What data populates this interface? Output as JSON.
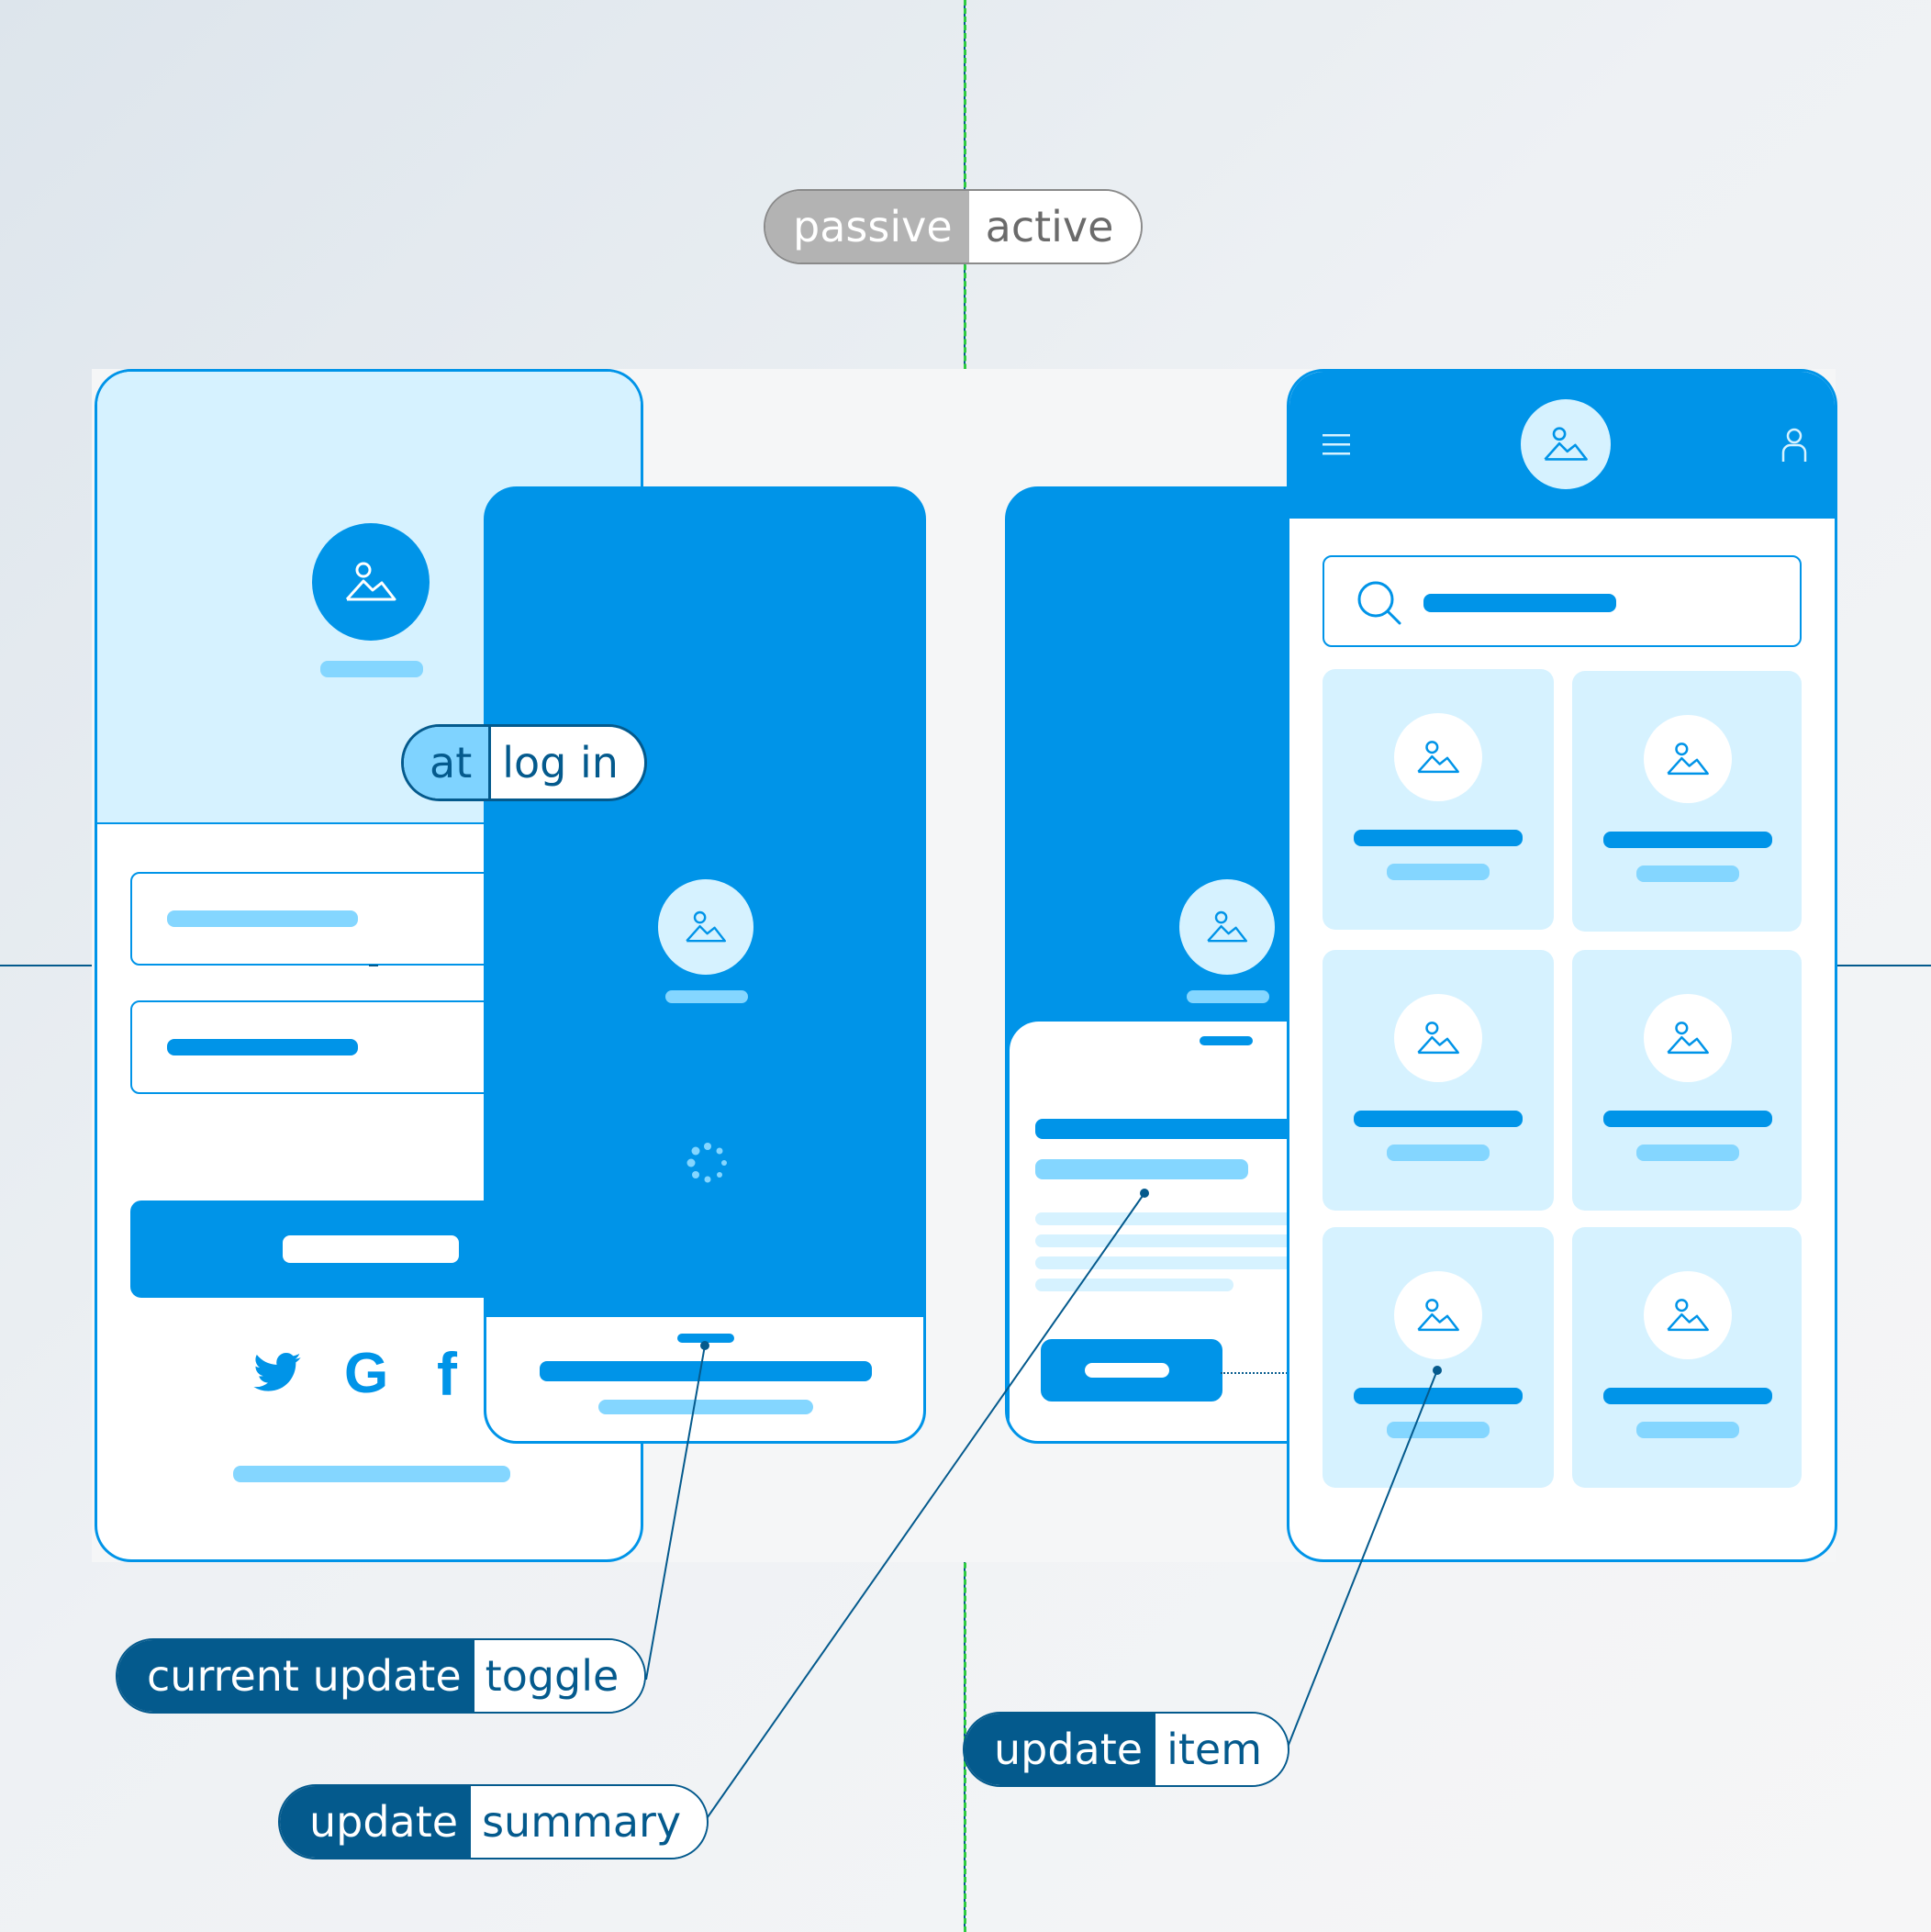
{
  "colors": {
    "primary": "#0094e8",
    "light_accent": "#84d6ff",
    "pale_bg": "#d6f2ff",
    "navy": "#045a8d",
    "guide_green": "#2ecc40"
  },
  "top_pill": {
    "passive_label": "passive",
    "active_label": "active"
  },
  "login_pill": {
    "left": "at",
    "right": "log in"
  },
  "callouts": [
    {
      "dark": "current update",
      "light": "toggle"
    },
    {
      "dark": "update",
      "light": "summary"
    },
    {
      "dark": "update",
      "light": "item"
    }
  ],
  "icons": {
    "image": "image-icon",
    "menu": "hamburger-menu-icon",
    "user": "user-icon",
    "search": "search-icon",
    "twitter": "twitter-icon",
    "google": "google-icon",
    "facebook": "facebook-icon",
    "spinner": "loading-spinner-icon"
  },
  "social": {
    "google_glyph": "G",
    "facebook_glyph": "f"
  }
}
